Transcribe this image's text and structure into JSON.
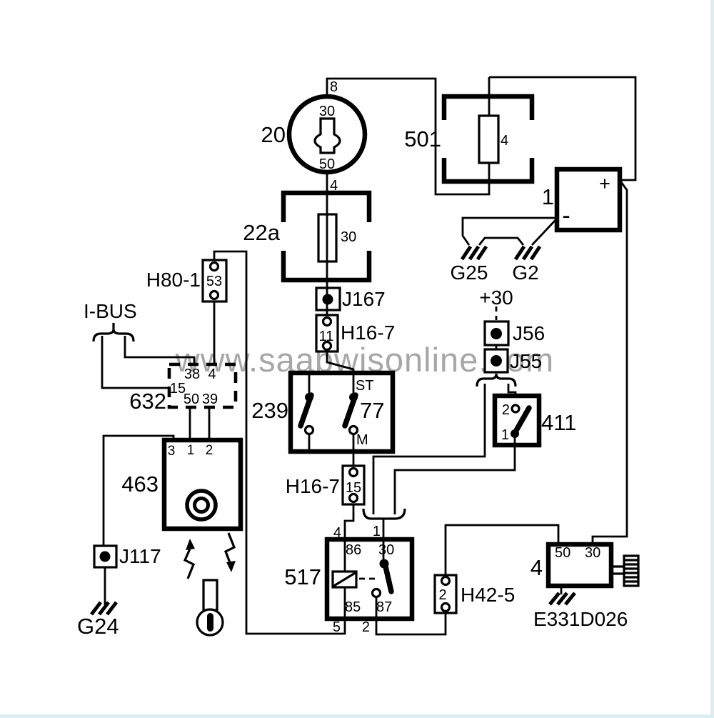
{
  "watermark": {
    "text": "www.saabwisonline.com"
  },
  "colors": {
    "line": "#000000",
    "watermark": "#949494",
    "edge_tint": "#dcedf3"
  },
  "diagram_code": "E331D026",
  "components": {
    "ignition_switch_20": {
      "label": "20",
      "pin_top": "8",
      "terminal_top": "30",
      "terminal_bottom": "50",
      "pin_bottom": "4"
    },
    "fuse_501": {
      "label": "501",
      "pin": "4"
    },
    "battery_1": {
      "label": "1",
      "plus": "+",
      "minus": "-"
    },
    "ground_g25": {
      "label": "G25"
    },
    "ground_g2": {
      "label": "G2"
    },
    "supply_plus30": {
      "label": "+30"
    },
    "fuse_22a": {
      "label": "22a",
      "terminal": "30"
    },
    "joint_j167": {
      "label": "J167"
    },
    "connector_h16_7_pin11": {
      "label": "H16-7",
      "pin": "11"
    },
    "connector_h80_1": {
      "label": "H80-1",
      "pin": "53"
    },
    "i_bus": {
      "label": "I-BUS"
    },
    "module_632": {
      "label": "632",
      "pin_38": "38",
      "pin_4": "4",
      "pin_15": "15",
      "pin_50": "50",
      "pin_39": "39"
    },
    "switch_239": {
      "label": "239",
      "pos_st": "ST",
      "terminal_77": "77",
      "pos_m": "M"
    },
    "joint_j56": {
      "label": "J56"
    },
    "joint_j55": {
      "label": "J55"
    },
    "switch_411": {
      "label": "411",
      "pin_2": "2",
      "pin_1": "1"
    },
    "lock_463": {
      "label": "463",
      "pin_3": "3",
      "pin_1": "1",
      "pin_2": "2"
    },
    "connector_h16_7_pin15": {
      "label": "H16-7",
      "pin": "15"
    },
    "relay_517": {
      "label": "517",
      "pin_86": "86",
      "pin_30": "30",
      "pin_85": "85",
      "pin_87": "87",
      "wire_4": "4",
      "wire_1": "1",
      "wire_5": "5",
      "wire_2": "2"
    },
    "joint_j117": {
      "label": "J117"
    },
    "ground_g24": {
      "label": "G24"
    },
    "connector_h42_5": {
      "label": "H42-5",
      "pin": "2"
    },
    "starter_4": {
      "label": "4",
      "pin_50": "50",
      "pin_30": "30"
    }
  }
}
